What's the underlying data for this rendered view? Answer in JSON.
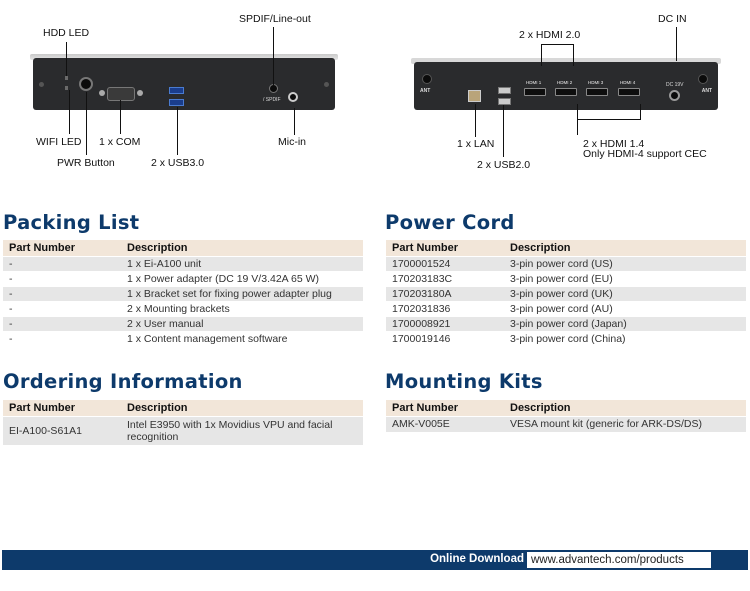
{
  "front": {
    "callouts": {
      "hdd_led": "HDD LED",
      "spdif": "SPDIF/Line-out",
      "wifi_led": "WIFI LED",
      "com": "1 x COM",
      "pwr": "PWR Button",
      "usb3": "2 x USB3.0",
      "mic": "Mic-in"
    },
    "labels": {
      "spdif_port": "/ SPDIF"
    }
  },
  "rear": {
    "callouts": {
      "dc_in": "DC IN",
      "hdmi20": "2 x HDMI 2.0",
      "lan": "1 x LAN",
      "hdmi14": "2 x HDMI 1.4",
      "hdmi14_note": "Only HDMI-4 support CEC",
      "usb2": "2 x USB2.0"
    },
    "labels": {
      "ant_left": "ANT",
      "ant_right": "ANT",
      "hdmi1": "HDMI 1",
      "hdmi2": "HDMI 2",
      "hdmi3": "HDMI 3",
      "hdmi4": "HDMI 4",
      "dc": "DC 19V"
    }
  },
  "packing": {
    "title": "Packing List",
    "headers": [
      "Part Number",
      "Description"
    ],
    "rows": [
      [
        "-",
        "1 x Ei-A100 unit"
      ],
      [
        "-",
        "1 x Power adapter (DC 19 V/3.42A 65 W)"
      ],
      [
        "-",
        "1 x Bracket set for fixing power adapter plug"
      ],
      [
        "-",
        "2 x Mounting brackets"
      ],
      [
        "-",
        "2 x User manual"
      ],
      [
        "-",
        "1 x Content management software"
      ]
    ]
  },
  "power": {
    "title": "Power Cord",
    "headers": [
      "Part Number",
      "Description"
    ],
    "rows": [
      [
        "1700001524",
        "3-pin power cord (US)"
      ],
      [
        "170203183C",
        "3-pin power cord (EU)"
      ],
      [
        "170203180A",
        "3-pin power cord (UK)"
      ],
      [
        "1702031836",
        "3-pin power cord (AU)"
      ],
      [
        "1700008921",
        "3-pin power cord (Japan)"
      ],
      [
        "1700019146",
        "3-pin power cord (China)"
      ]
    ]
  },
  "ordering": {
    "title": "Ordering Information",
    "headers": [
      "Part Number",
      "Description"
    ],
    "rows": [
      [
        "EI-A100-S61A1",
        "Intel E3950 with 1x Movidius VPU and facial recognition"
      ]
    ]
  },
  "mounting": {
    "title": "Mounting Kits",
    "headers": [
      "Part Number",
      "Description"
    ],
    "rows": [
      [
        "AMK-V005E",
        "VESA mount kit (generic for ARK-DS/DS)"
      ]
    ]
  },
  "footer": {
    "label": "Online Download",
    "url": "www.advantech.com/products"
  },
  "colors": {
    "heading": "#0d3a6b",
    "table_header": "#f2e6d9",
    "row_alt": "#e6e6e6",
    "footer_bar": "#0d3a6b"
  }
}
